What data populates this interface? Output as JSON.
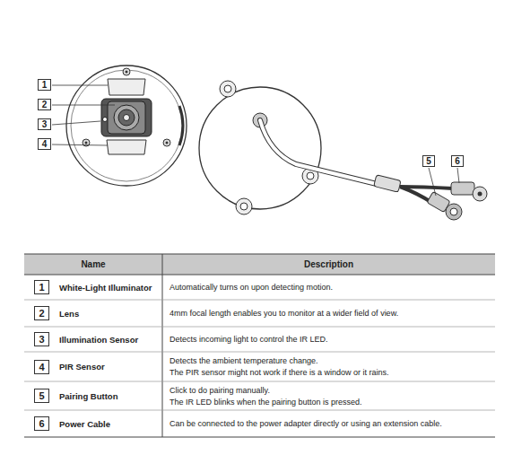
{
  "diagram": {
    "labels": [
      "1",
      "2",
      "3",
      "4",
      "5",
      "6",
      "Name",
      "Description",
      "1",
      "White-Light Illuminator",
      "Automatically turns on upon detecting motion.",
      "2",
      "Lens",
      "4mm focal length enables you to monitor at a wider field of view.",
      "3",
      "Illumination Sensor",
      "Detects incoming light to control the IR LED.",
      "4",
      "PIR Sensor",
      "Detects the ambient temperature change.",
      "The PIR sensor might not work if there is a window or it rains.",
      "5",
      "Pairing Button",
      "Click to do pairing manually.",
      "The IR LED blinks when the pairing button is pressed.",
      "6",
      "Power Cable",
      "Can be connected to the power adapter directly or using an extension cable."
    ]
  }
}
